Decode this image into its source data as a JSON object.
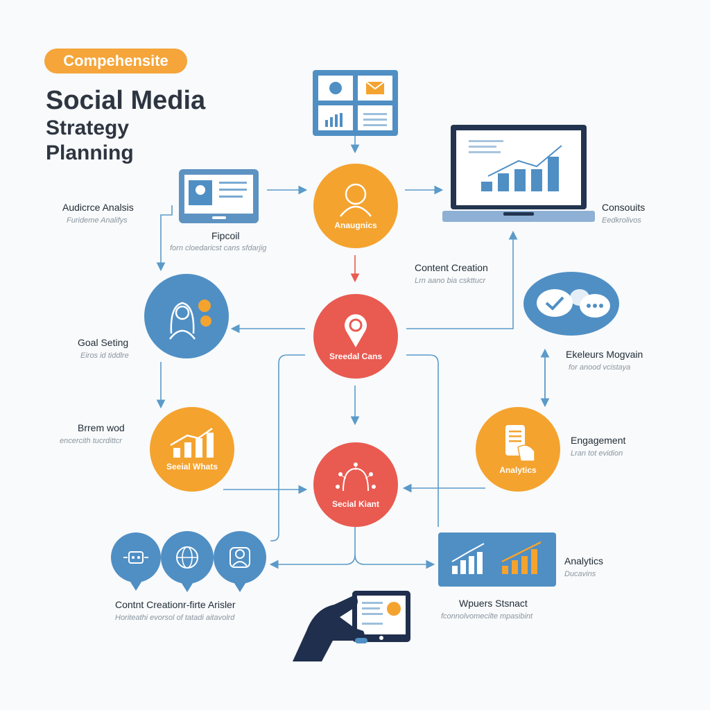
{
  "header": {
    "badge": "Compehensite",
    "title_line1": "Social Media",
    "title_line2": "Strategy",
    "title_line3": "Planning"
  },
  "nodes": {
    "audience": {
      "label": "Audicrce Analsis",
      "sub": "Furideme Analifys"
    },
    "tablet": {
      "label": "Fipcoil",
      "sub": "forn cloedaricst cans sfdarjig"
    },
    "analytics_circle": {
      "text": "Anaugnics"
    },
    "laptop": {
      "label": "Consouits",
      "sub": "Eedkrolivos"
    },
    "content_creation": {
      "label": "Content Creation",
      "sub": "Lrn aano bia cskttucr"
    },
    "goal": {
      "label": "Goal Seting",
      "sub": "Eiros id tiddlre"
    },
    "location": {
      "text": "Sreedal Cans"
    },
    "chat": {
      "label": "Ekeleurs Mogvain",
      "sub": "for anood vcistaya"
    },
    "brand": {
      "label": "Brrem wod",
      "sub": "encercith tucrdittcr"
    },
    "social_whats": {
      "text": "Seeial Whats"
    },
    "social_center": {
      "text": "Secial Kiant"
    },
    "engagement": {
      "label": "Engagement",
      "sub": "Lran tot evidion",
      "text": "Analytics"
    },
    "trio": {
      "label": "Contnt Creationr-firte Arisler",
      "sub": "Horiteathi evorsol of tatadi aitavolrd"
    },
    "analytics_panel": {
      "label": "Analytics",
      "sub": "Ducavins"
    },
    "wpuers": {
      "label": "Wpuers Stsnact",
      "sub": "fconnolvomecilte mpasibint"
    }
  },
  "colors": {
    "blue": "#4f8fc4",
    "orange": "#f4a32f",
    "red": "#e95a50",
    "navy": "#1f2f4d",
    "arrow": "#5b9ac9",
    "arrow_red": "#e95a50"
  },
  "icons": [
    "dashboard-icon",
    "tablet-profile-icon",
    "person-icon",
    "laptop-chart-icon",
    "woman-coins-icon",
    "location-pin-icon",
    "chat-bubbles-icon",
    "growth-chart-icon",
    "network-brain-icon",
    "phone-hand-icon",
    "robot-icon",
    "globe-icon",
    "user-icon",
    "bar-charts-icon",
    "hand-tablet-icon"
  ]
}
